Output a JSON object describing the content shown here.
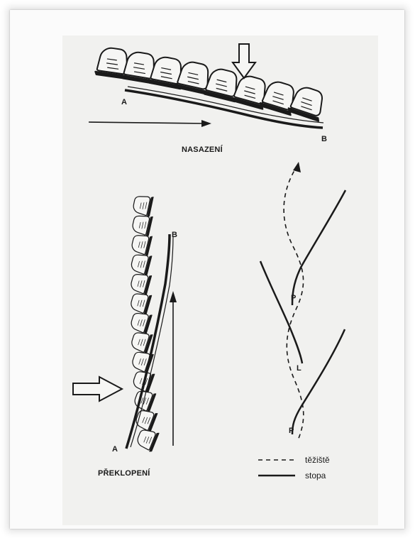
{
  "top_diagram": {
    "caption": "NASAZENÍ",
    "point_a": "A",
    "point_b": "B"
  },
  "bottom_left_diagram": {
    "caption": "PŘEKLOPENÍ",
    "point_a": "A",
    "point_b": "B"
  },
  "track_diagram": {
    "label_p_upper": "P",
    "label_l": "L",
    "label_p_lower": "P"
  },
  "legend": {
    "dashed_label": "těžiště",
    "solid_label": "stopa"
  },
  "colors": {
    "ink": "#1a1a1a",
    "paper": "#f1f1ef",
    "shoe_fill": "#f6f6f4"
  }
}
